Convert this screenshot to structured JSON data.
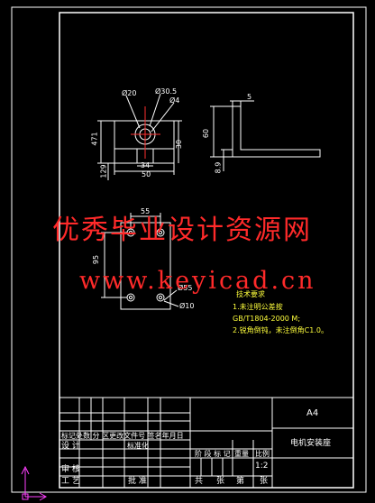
{
  "watermark": {
    "line1": "优秀毕业设计资源网",
    "line2": "www.keyicad.cn"
  },
  "drawing": {
    "dimensions": {
      "phi20": "Ø20",
      "phi30_5": "Ø30.5",
      "phi4": "Ø4",
      "d5": "5",
      "d471": "471",
      "d30": "30",
      "d60": "60",
      "d34": "34",
      "d50": "50",
      "d129": "129",
      "d89": "8.9",
      "d55_top": "55",
      "d95": "95",
      "phi55": "Ø55",
      "phi10": "Ø10"
    },
    "tech_notes": {
      "heading": "技术要求",
      "line1": "1.未注明公差按",
      "line2": "GB/T1804-2000 M;",
      "line3": "2.锐角倒钝，未注倒角C1.0。"
    }
  },
  "title_block": {
    "paper_size": "A4",
    "part_name": "电机安装座",
    "row_change": "标记处数 分 区更改文件号 签名年月日",
    "design": "设 计",
    "standardize": "标准化",
    "stage_mark": "阶 段 标 记",
    "weight": "重量",
    "scale_label": "比例",
    "scale_value": "1:2",
    "review": "审 核",
    "process": "工 艺",
    "approve": "批 准",
    "total": "共",
    "sheets": "张",
    "sheet_no": "第",
    "sheet_label": "张"
  },
  "colors": {
    "background": "#000000",
    "frame": "#ffffff",
    "drawing": "#ffffff",
    "center_line": "#ff3030",
    "notes": "#ffff3c",
    "ucs": "#ff40ff",
    "watermark": "#ff2a2a"
  }
}
